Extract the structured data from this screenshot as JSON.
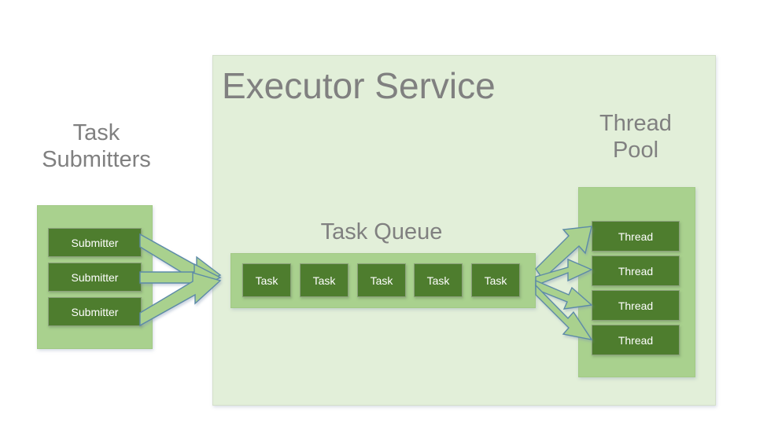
{
  "diagram": {
    "title": "Executor Service",
    "background_color": "#ffffff",
    "colors": {
      "panel_light_green": "#e2efd9",
      "panel_mid_green": "#a9d18e",
      "chip_dark_green": "#4e7d2e",
      "label_gray": "#808080",
      "chip_text": "#ffffff",
      "arrow_fill": "#a9d18e",
      "arrow_stroke": "#5b8aa8"
    }
  },
  "submitters": {
    "title": "Task\nSubmitters",
    "items": [
      {
        "label": "Submitter"
      },
      {
        "label": "Submitter"
      },
      {
        "label": "Submitter"
      }
    ]
  },
  "task_queue": {
    "title": "Task Queue",
    "items": [
      {
        "label": "Task"
      },
      {
        "label": "Task"
      },
      {
        "label": "Task"
      },
      {
        "label": "Task"
      },
      {
        "label": "Task"
      }
    ]
  },
  "thread_pool": {
    "title": "Thread\nPool",
    "items": [
      {
        "label": "Thread"
      },
      {
        "label": "Thread"
      },
      {
        "label": "Thread"
      },
      {
        "label": "Thread"
      }
    ]
  },
  "flows": {
    "submit_arrows_count": 3,
    "dispatch_arrows_count": 4
  }
}
